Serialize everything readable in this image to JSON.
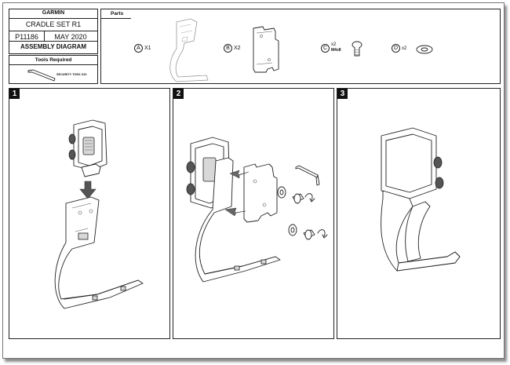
{
  "title_block": {
    "brand": "GARMIN",
    "product": "CRADLE SET R1",
    "part_number": "P11186",
    "date": "MAY 2020",
    "doc_type": "ASSEMBLY DIAGRAM"
  },
  "tools": {
    "heading": "Tools Required",
    "tool_label": "SECURITY TORX X20"
  },
  "parts": {
    "heading": "Parts",
    "items": [
      {
        "letter": "A",
        "qty": "X1"
      },
      {
        "letter": "B",
        "qty": "X2"
      },
      {
        "letter": "C",
        "qty": "x2",
        "spec": "M4x8"
      },
      {
        "letter": "D",
        "qty": "x2"
      }
    ]
  },
  "steps": [
    {
      "number": "1"
    },
    {
      "number": "2"
    },
    {
      "number": "3"
    }
  ]
}
